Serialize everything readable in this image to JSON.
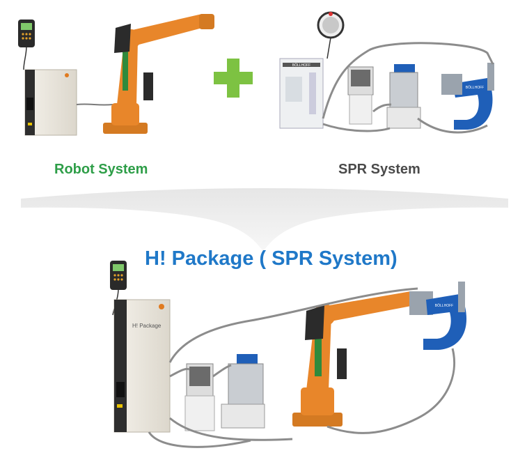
{
  "labels": {
    "robot_system": "Robot System",
    "spr_system": "SPR System",
    "package_title": "H! Package ( SPR System)",
    "cabinet_brand": "H! Package",
    "spr_cabinet_brand": "BÖLLHOFF",
    "tool_brand": "BÖLLHOFF"
  },
  "colors": {
    "robot_label": "#2e9e48",
    "package_title": "#1f78c8",
    "plus": "#7dc242",
    "robot_orange": "#e8862a",
    "robot_dark": "#2b2b2b",
    "robot_green": "#2f8a3c",
    "tool_blue": "#1f5fb8",
    "cable": "#8c8c8c",
    "cabinet": "#ece8df",
    "banner": "#eeeeee"
  },
  "icons": [
    "teach-pendant-icon",
    "plus-icon",
    "robot-arm-icon",
    "control-cabinet-icon",
    "hmi-panel-icon",
    "feeder-unit-icon",
    "hydraulic-unit-icon",
    "spr-riveting-tool-icon",
    "merge-arrow-icon"
  ]
}
